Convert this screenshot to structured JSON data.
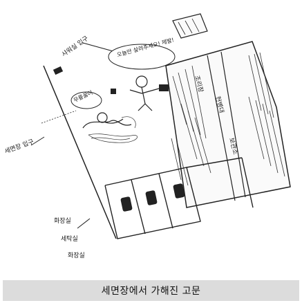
{
  "sketch": {
    "label_shower_entrance_side": "샤워실 입구",
    "label_washroom_entrance": "세면장 입구",
    "label_toilet_laundry_side": "화장실\n세탁실\n화장실",
    "speech_bubble_left": "무릎꿇어",
    "speech_bubble_right": "오늘만 살려주세요! 제발!",
    "wall_text_left": "조리장",
    "wall_text_mid": "헌병대",
    "wall_text_right": "보관소"
  },
  "caption": {
    "text": "세면장에서 가해진 고문"
  }
}
